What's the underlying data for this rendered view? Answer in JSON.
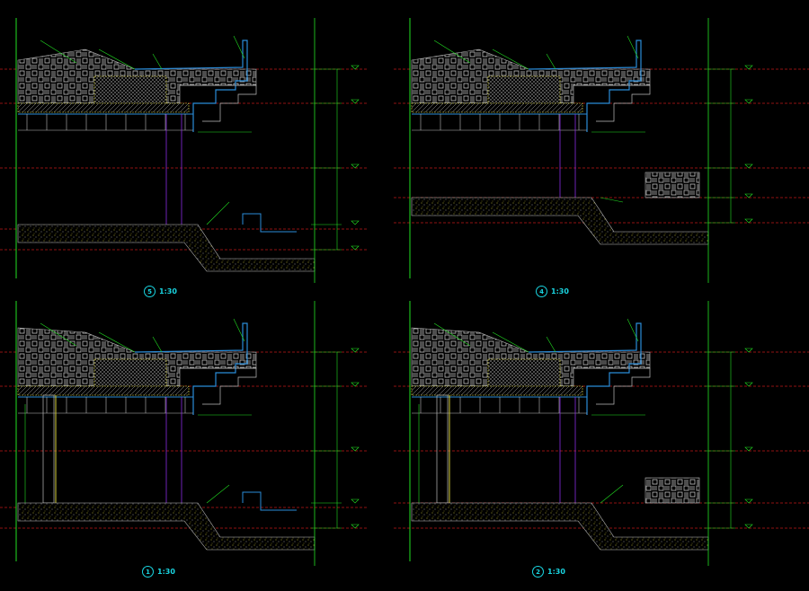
{
  "title": "Section details drawing sheet",
  "colors": {
    "background": "#000000",
    "frame": "#22e022",
    "level_line": "#c01818",
    "slab": "#2a8cd8",
    "hatch": "#bdbdbd",
    "fill_soil": "#d8d23a",
    "purple": "#8a2be2",
    "callout": "#19d4e0"
  },
  "sections": [
    {
      "number": "5",
      "scale": "1:30",
      "variant": "ground"
    },
    {
      "number": "4",
      "scale": "1:30",
      "variant": "pit"
    },
    {
      "number": "1",
      "scale": "1:30",
      "variant": "column"
    },
    {
      "number": "2",
      "scale": "1:30",
      "variant": "column-pit"
    }
  ]
}
